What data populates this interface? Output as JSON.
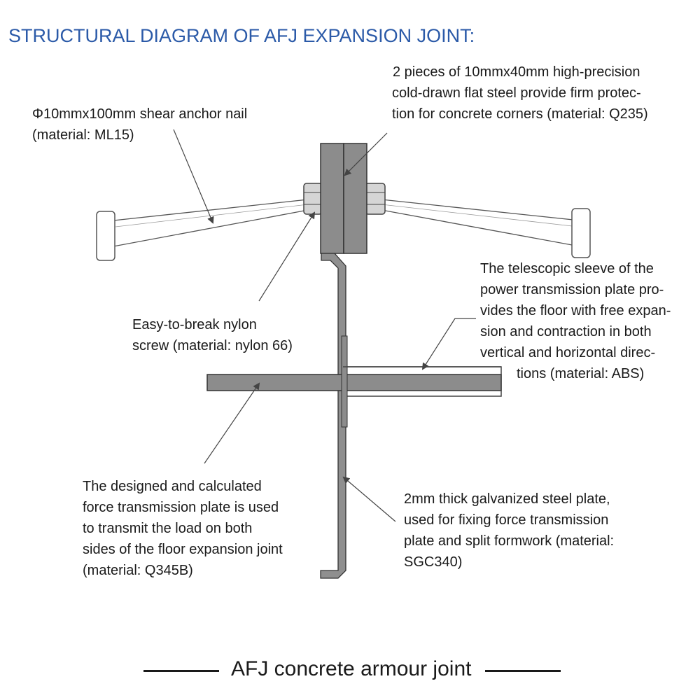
{
  "title": "STRUCTURAL DIAGRAM OF AFJ EXPANSION JOINT:",
  "annotations": {
    "shear_anchor": [
      "Φ10mmx100mm shear anchor nail",
      "(material: ML15)"
    ],
    "flat_steel": [
      "2 pieces of 10mmx40mm high-precision",
      "cold-drawn flat steel provide firm protec-",
      "tion for concrete corners (material: Q235)"
    ],
    "nylon_screw": [
      "Easy-to-break nylon",
      "screw (material: nylon 66)"
    ],
    "sleeve": [
      "The telescopic sleeve of the",
      "power transmission plate pro-",
      "vides the floor with free expan-",
      "sion and contraction in both",
      "vertical and horizontal direc-",
      "tions (material: ABS)"
    ],
    "force_plate": [
      "The designed and calculated",
      "force transmission plate is used",
      "to transmit the load on both",
      "sides of the floor expansion joint",
      "(material: Q345B)"
    ],
    "galvanized_plate": [
      "2mm thick galvanized steel plate,",
      "used for fixing force transmission",
      "plate and split formwork (material:",
      "SGC340)"
    ]
  },
  "caption": "AFJ concrete armour joint",
  "colors": {
    "title": "#2b5aa8",
    "steel": "#8a8a8a",
    "outline": "#4a4a4a"
  }
}
